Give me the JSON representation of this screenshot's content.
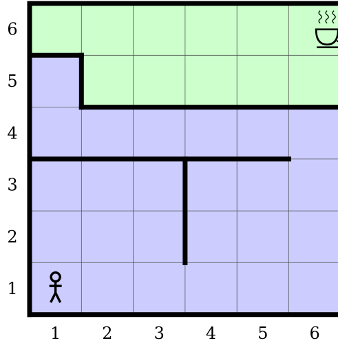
{
  "grid": {
    "columns": 6,
    "rows": 6,
    "x_labels": [
      "1",
      "2",
      "3",
      "4",
      "5",
      "6"
    ],
    "y_labels": [
      "1",
      "2",
      "3",
      "4",
      "5",
      "6"
    ]
  },
  "colors": {
    "room_green": "#ccffcc",
    "room_purple": "#ccccff",
    "grid_line": "#555555",
    "wall": "#000000"
  },
  "regions": [
    {
      "name": "green-room",
      "color": "room_green",
      "cells": [
        [
          1,
          6
        ],
        [
          2,
          6
        ],
        [
          3,
          6
        ],
        [
          4,
          6
        ],
        [
          5,
          6
        ],
        [
          6,
          6
        ],
        [
          2,
          5
        ],
        [
          3,
          5
        ],
        [
          4,
          5
        ],
        [
          5,
          5
        ],
        [
          6,
          5
        ]
      ]
    }
  ],
  "walls": [
    {
      "name": "wall-left-outer",
      "from": [
        0.5,
        0.5
      ],
      "to": [
        0.5,
        6.5
      ]
    },
    {
      "name": "wall-bottom-outer",
      "from": [
        0.5,
        0.5
      ],
      "to": [
        6.5,
        0.5
      ]
    },
    {
      "name": "wall-top-outer",
      "from": [
        0.5,
        6.5
      ],
      "to": [
        6.5,
        6.5
      ]
    },
    {
      "name": "wall-green-room-top-left",
      "from": [
        0.5,
        5.5
      ],
      "to": [
        1.5,
        5.5
      ]
    },
    {
      "name": "wall-green-room-left",
      "from": [
        1.5,
        5.5
      ],
      "to": [
        1.5,
        4.5
      ]
    },
    {
      "name": "wall-green-room-bottom",
      "from": [
        1.5,
        4.5
      ],
      "to": [
        6.5,
        4.5
      ]
    },
    {
      "name": "wall-horizontal-middle",
      "from": [
        0.5,
        3.5
      ],
      "to": [
        5.5,
        3.5
      ]
    },
    {
      "name": "wall-vertical-middle",
      "from": [
        3.5,
        3.5
      ],
      "to": [
        3.5,
        1.5
      ]
    }
  ],
  "agent": {
    "icon": "person-icon",
    "cell": [
      1,
      1
    ]
  },
  "goal": {
    "icon": "coffee-cup-icon",
    "cell": [
      6,
      6
    ]
  }
}
